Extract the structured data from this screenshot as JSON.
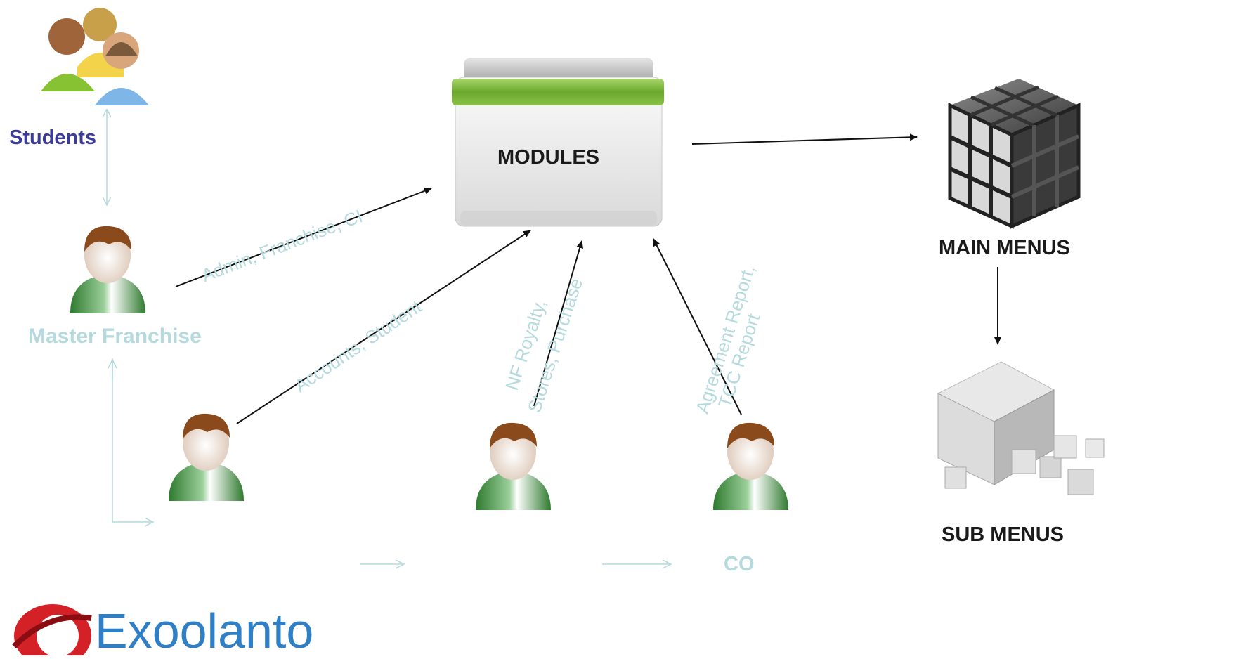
{
  "nodes": {
    "modules": "MODULES",
    "students": "Students",
    "master_franchise": "Master Franchise",
    "main_menus": "MAIN MENUS",
    "sub_menus": "SUB MENUS",
    "co": "CO"
  },
  "edge_labels": {
    "admin": "Admin, Franchise, CI",
    "accounts": "Accounts, Student",
    "royalty_line1": "NF Royalty,",
    "royalty_line2": "Stores, Purchase",
    "agreement_line1": "Agreement Report,",
    "agreement_line2": "TCC Report"
  },
  "logo": {
    "text": "Exoolanto"
  },
  "colors": {
    "arrow": "#111111",
    "pale_arrow": "#b5dade",
    "pale_text": "#b5dade",
    "students_text": "#3b3b9a",
    "folder_green": "#7ab735",
    "logo_blue": "#2f7fc6",
    "logo_red": "#d42027"
  }
}
